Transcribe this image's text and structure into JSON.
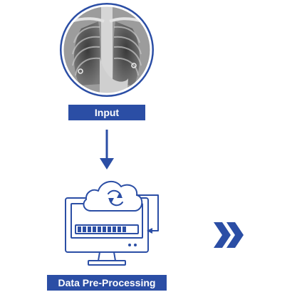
{
  "input": {
    "label": "Input"
  },
  "preprocessing": {
    "label": "Data Pre-Processing"
  },
  "icons": {
    "xray": "chest-xray-image",
    "arrow": "arrow-down-icon",
    "device": "computer-cloud-sync-icon",
    "next": "double-chevron-right-icon"
  },
  "colors": {
    "accent": "#2b4ea5"
  }
}
